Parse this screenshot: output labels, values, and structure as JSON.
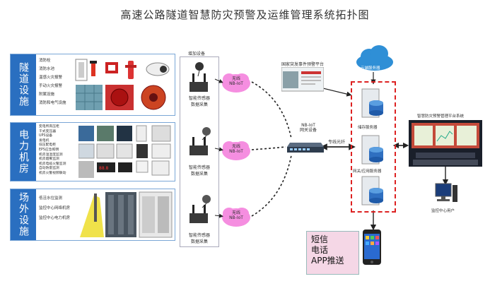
{
  "title": "高速公路隧道智慧防灾预警及运维管理系统拓扑图",
  "categories": [
    {
      "label": "隧道设施",
      "items": [
        "消防栓",
        "消防水池",
        "温感火灾报警",
        "手动火灾报警",
        "附属设施",
        "消防和电气设施"
      ]
    },
    {
      "label": "电力机房",
      "items": [
        "变电所高压柜",
        "干式变压器",
        "UPS设备",
        "发电机",
        "低压配电柜",
        "EPS应急照明",
        "机房温湿度监测",
        "机房烟雾监测",
        "机房电缆火警监测",
        "自动防雷监测",
        "机房火警视频联动"
      ]
    },
    {
      "label": "场外设施",
      "items": [
        "低洼水位监测",
        "监控中心网络机房",
        "监控中心电力机房"
      ]
    }
  ],
  "devices": {
    "header": "增加设备",
    "caption_line1": "智能传感器",
    "caption_line2": "数据采集"
  },
  "wireless_label_line1": "无线",
  "wireless_label_line2": "NB-IoT",
  "gateway": {
    "line1": "NB-IoT",
    "line2": "网关设备"
  },
  "fiber_label": "专线光纤",
  "national_platform": "国家突发事件预警平台",
  "cloud_server": "云端服务器",
  "storage_server": "储存服务器",
  "app_server": "网关/应用服务器",
  "mgmt_platform": "智慧防灾预警管理平台系统",
  "monitor_user": "监控中心用户",
  "notify": [
    "短信",
    "电话",
    "APP推送"
  ]
}
